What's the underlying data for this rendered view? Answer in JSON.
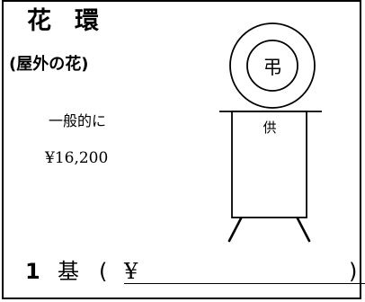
{
  "title": "花環",
  "subtitle": "(屋外の花)",
  "price_label": "一般的に",
  "price_value": "¥16,200",
  "illustration": {
    "emblem_text": "弔",
    "board_text": "供"
  },
  "order": {
    "quantity": "1",
    "unit": "基",
    "paren_open": "(",
    "currency": "¥",
    "amount_value": "",
    "paren_close": ")"
  }
}
